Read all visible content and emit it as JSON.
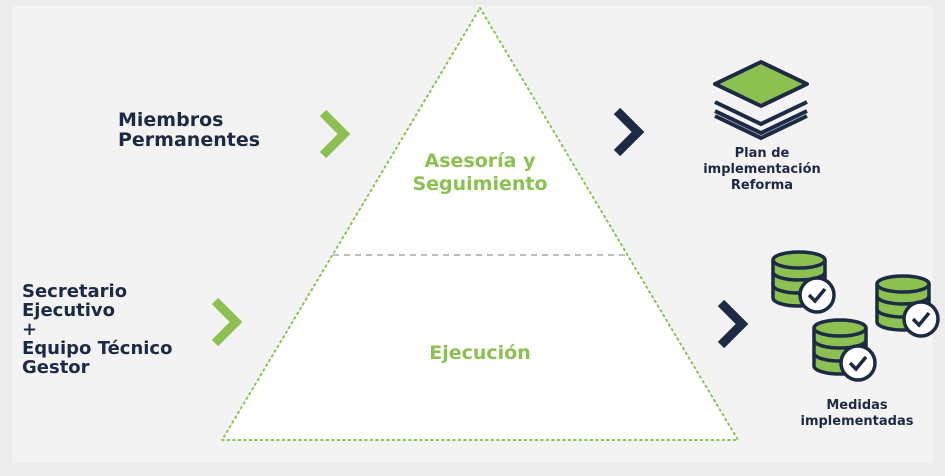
{
  "left_labels": {
    "top": "Miembros\nPermanentes",
    "bottom": "Secretario\nEjecutivo\n+\nEquipo Técnico\nGestor"
  },
  "pyramid": {
    "top_section": "Asesoría y\nSeguimiento",
    "bottom_section": "Ejecución"
  },
  "right_labels": {
    "top": "Plan de\nimplementación\nReforma",
    "bottom": "Medidas\nimplementadas"
  },
  "colors": {
    "green": "#8cc152",
    "navy": "#1c2a45",
    "background": "#f3f3f3"
  },
  "icons": {
    "input_chevron": "chevron-right-icon",
    "output_chevron": "chevron-right-icon",
    "plan": "layers-icon",
    "measures": "database-check-icon"
  }
}
